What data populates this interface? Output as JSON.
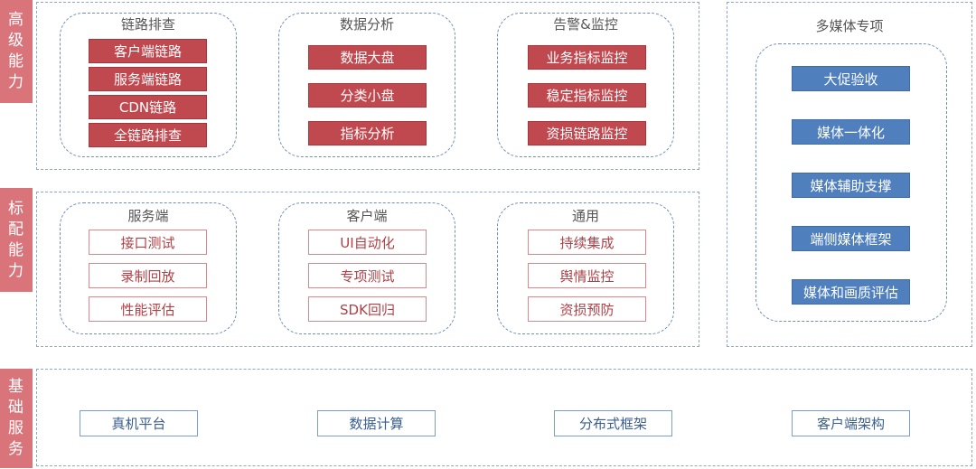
{
  "layers": {
    "advanced": {
      "label": "高级能力"
    },
    "standard": {
      "label": "标配能力"
    },
    "base": {
      "label": "基础服务"
    }
  },
  "advanced_groups": [
    {
      "title": "链路排查",
      "items": [
        "客户端链路",
        "服务端链路",
        "CDN链路",
        "全链路排查"
      ]
    },
    {
      "title": "数据分析",
      "items": [
        "数据大盘",
        "分类小盘",
        "指标分析"
      ]
    },
    {
      "title": "告警&监控",
      "items": [
        "业务指标监控",
        "稳定指标监控",
        "资损链路监控"
      ]
    }
  ],
  "standard_groups": [
    {
      "title": "服务端",
      "items": [
        "接口测试",
        "录制回放",
        "性能评估"
      ]
    },
    {
      "title": "客户端",
      "items": [
        "UI自动化",
        "专项测试",
        "SDK回归"
      ]
    },
    {
      "title": "通用",
      "items": [
        "持续集成",
        "舆情监控",
        "资损预防"
      ]
    }
  ],
  "media": {
    "title": "多媒体专项",
    "items": [
      "大促验收",
      "媒体一体化",
      "媒体辅助支撑",
      "端侧媒体框架",
      "媒体和画质评估"
    ]
  },
  "base_items": [
    "真机平台",
    "数据计算",
    "分布式框架",
    "客户端架构"
  ],
  "colors": {
    "side_label": "#d9747a",
    "red_fill": "#c0484f",
    "blue_fill": "#4f7fbd",
    "dashed_border": "#8fa6c6"
  }
}
